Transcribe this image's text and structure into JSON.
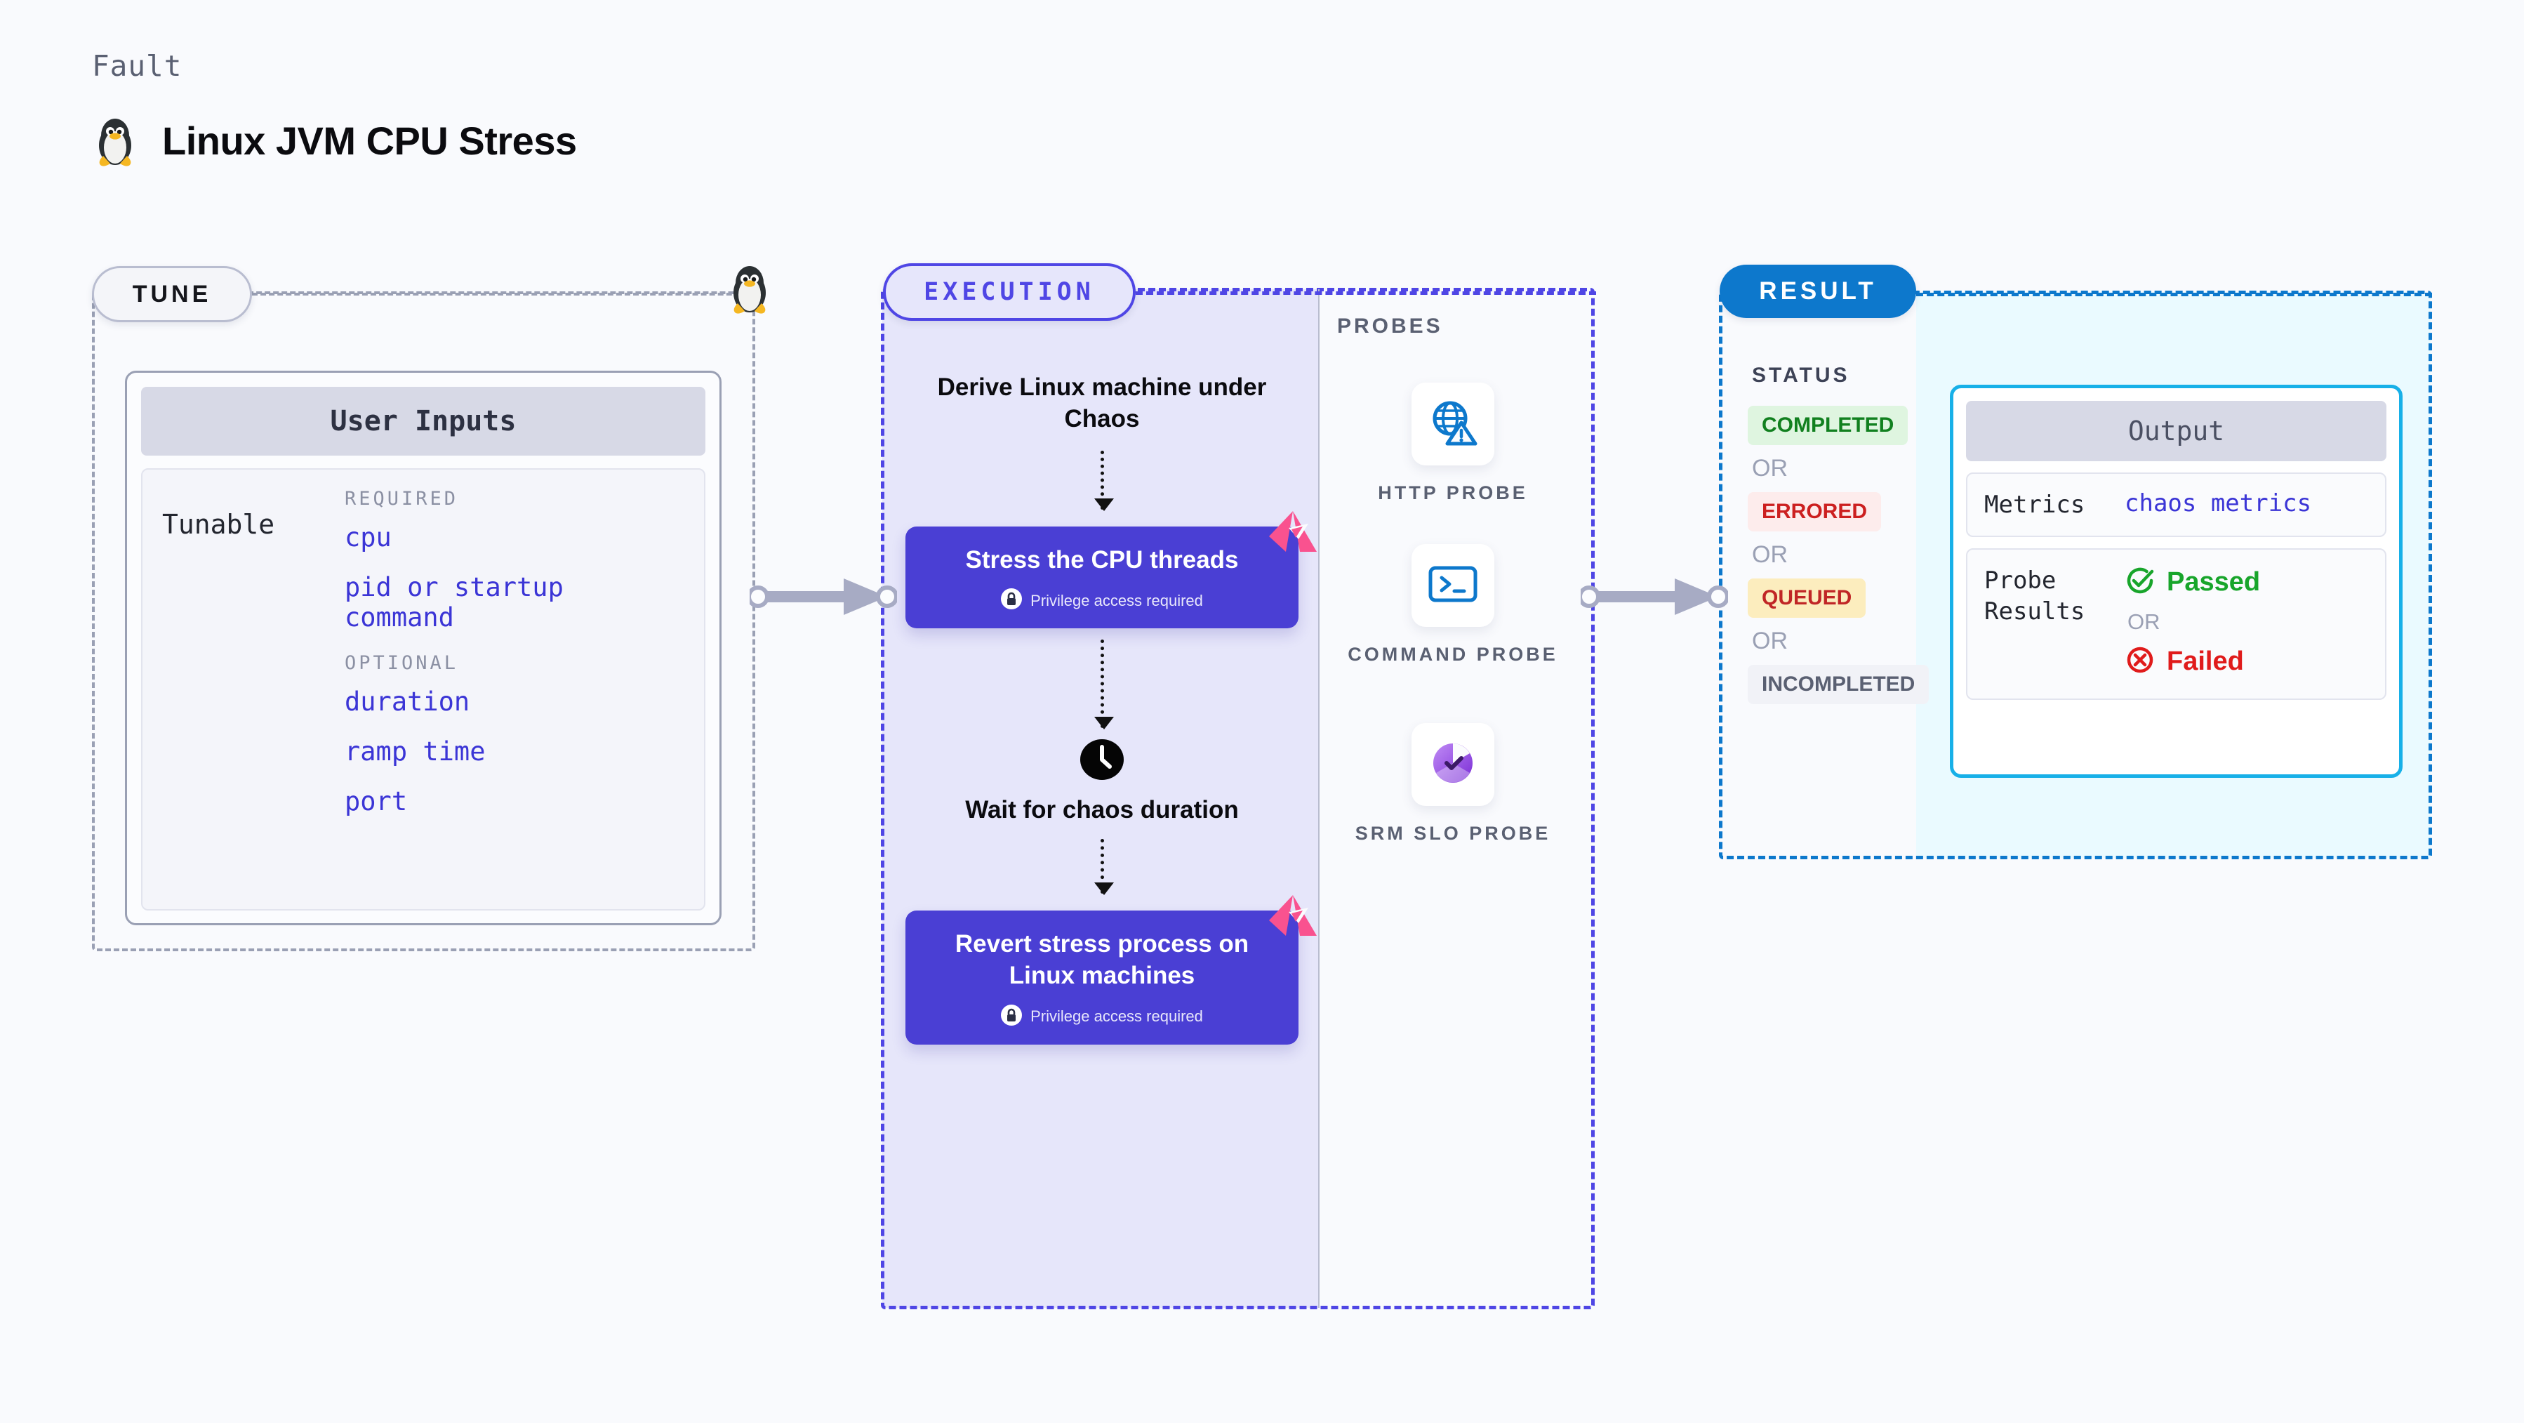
{
  "header": {
    "kicker": "Fault",
    "title": "Linux JVM CPU Stress",
    "icon": "linux-penguin-icon"
  },
  "tune": {
    "badge": "TUNE",
    "edge_icon": "linux-penguin-icon",
    "card": {
      "header": "User Inputs",
      "key": "Tunable",
      "groups": [
        {
          "label": "REQUIRED",
          "items": [
            "cpu",
            "pid or startup command"
          ]
        },
        {
          "label": "OPTIONAL",
          "items": [
            "duration",
            "ramp time",
            "port"
          ]
        }
      ]
    }
  },
  "execution": {
    "badge": "EXECUTION",
    "steps": [
      {
        "type": "text",
        "title": "Derive Linux machine under Chaos"
      },
      {
        "type": "card",
        "title": "Stress the CPU threads",
        "note": "Privilege access required",
        "badge_icon": "litmus-chaos-icon",
        "lock_icon": "lock-icon"
      },
      {
        "type": "wait",
        "title": "Wait for chaos duration",
        "icon": "clock-icon"
      },
      {
        "type": "card",
        "title": "Revert stress process on Linux machines",
        "note": "Privilege access required",
        "badge_icon": "litmus-chaos-icon",
        "lock_icon": "lock-icon"
      }
    ]
  },
  "probes": {
    "label": "PROBES",
    "items": [
      {
        "label": "HTTP PROBE",
        "icon": "globe-warning-icon"
      },
      {
        "label": "COMMAND PROBE",
        "icon": "terminal-prompt-icon"
      },
      {
        "label": "SRM SLO PROBE",
        "icon": "srm-slo-donut-check-icon"
      }
    ]
  },
  "result": {
    "badge": "RESULT",
    "status_label": "STATUS",
    "or_label": "OR",
    "statuses": [
      {
        "text": "COMPLETED",
        "color": "#11801f",
        "bg": "#dff5e0"
      },
      {
        "text": "ERRORED",
        "color": "#cc2020",
        "bg": "#fdecec"
      },
      {
        "text": "QUEUED",
        "color": "#c02626",
        "bg": "#fcedbe"
      },
      {
        "text": "INCOMPLETED",
        "color": "#5a6072",
        "bg": "#f1f2f7"
      }
    ],
    "output": {
      "header": "Output",
      "metrics_key": "Metrics",
      "metrics_value": "chaos metrics",
      "probe_key": "Probe Results",
      "passed": "Passed",
      "failed": "Failed",
      "or_label": "OR",
      "pass_icon": "check-circle-icon",
      "fail_icon": "x-circle-icon"
    }
  },
  "connectors": {
    "arrow1": "arrow-tune-to-execution",
    "arrow2": "arrow-probes-to-result"
  },
  "colors": {
    "background": "#f9fafd",
    "tune_border": "#9aa0b4",
    "execution": "#4f46e5",
    "execution_fill": "#e6e6fa",
    "step_card": "#4a3fd4",
    "result": "#0d78cc",
    "result_fill": "#eafaff",
    "output_border": "#17b0e8",
    "accent_mono": "#3b35d6",
    "litmus_pink": "#f9528f"
  }
}
